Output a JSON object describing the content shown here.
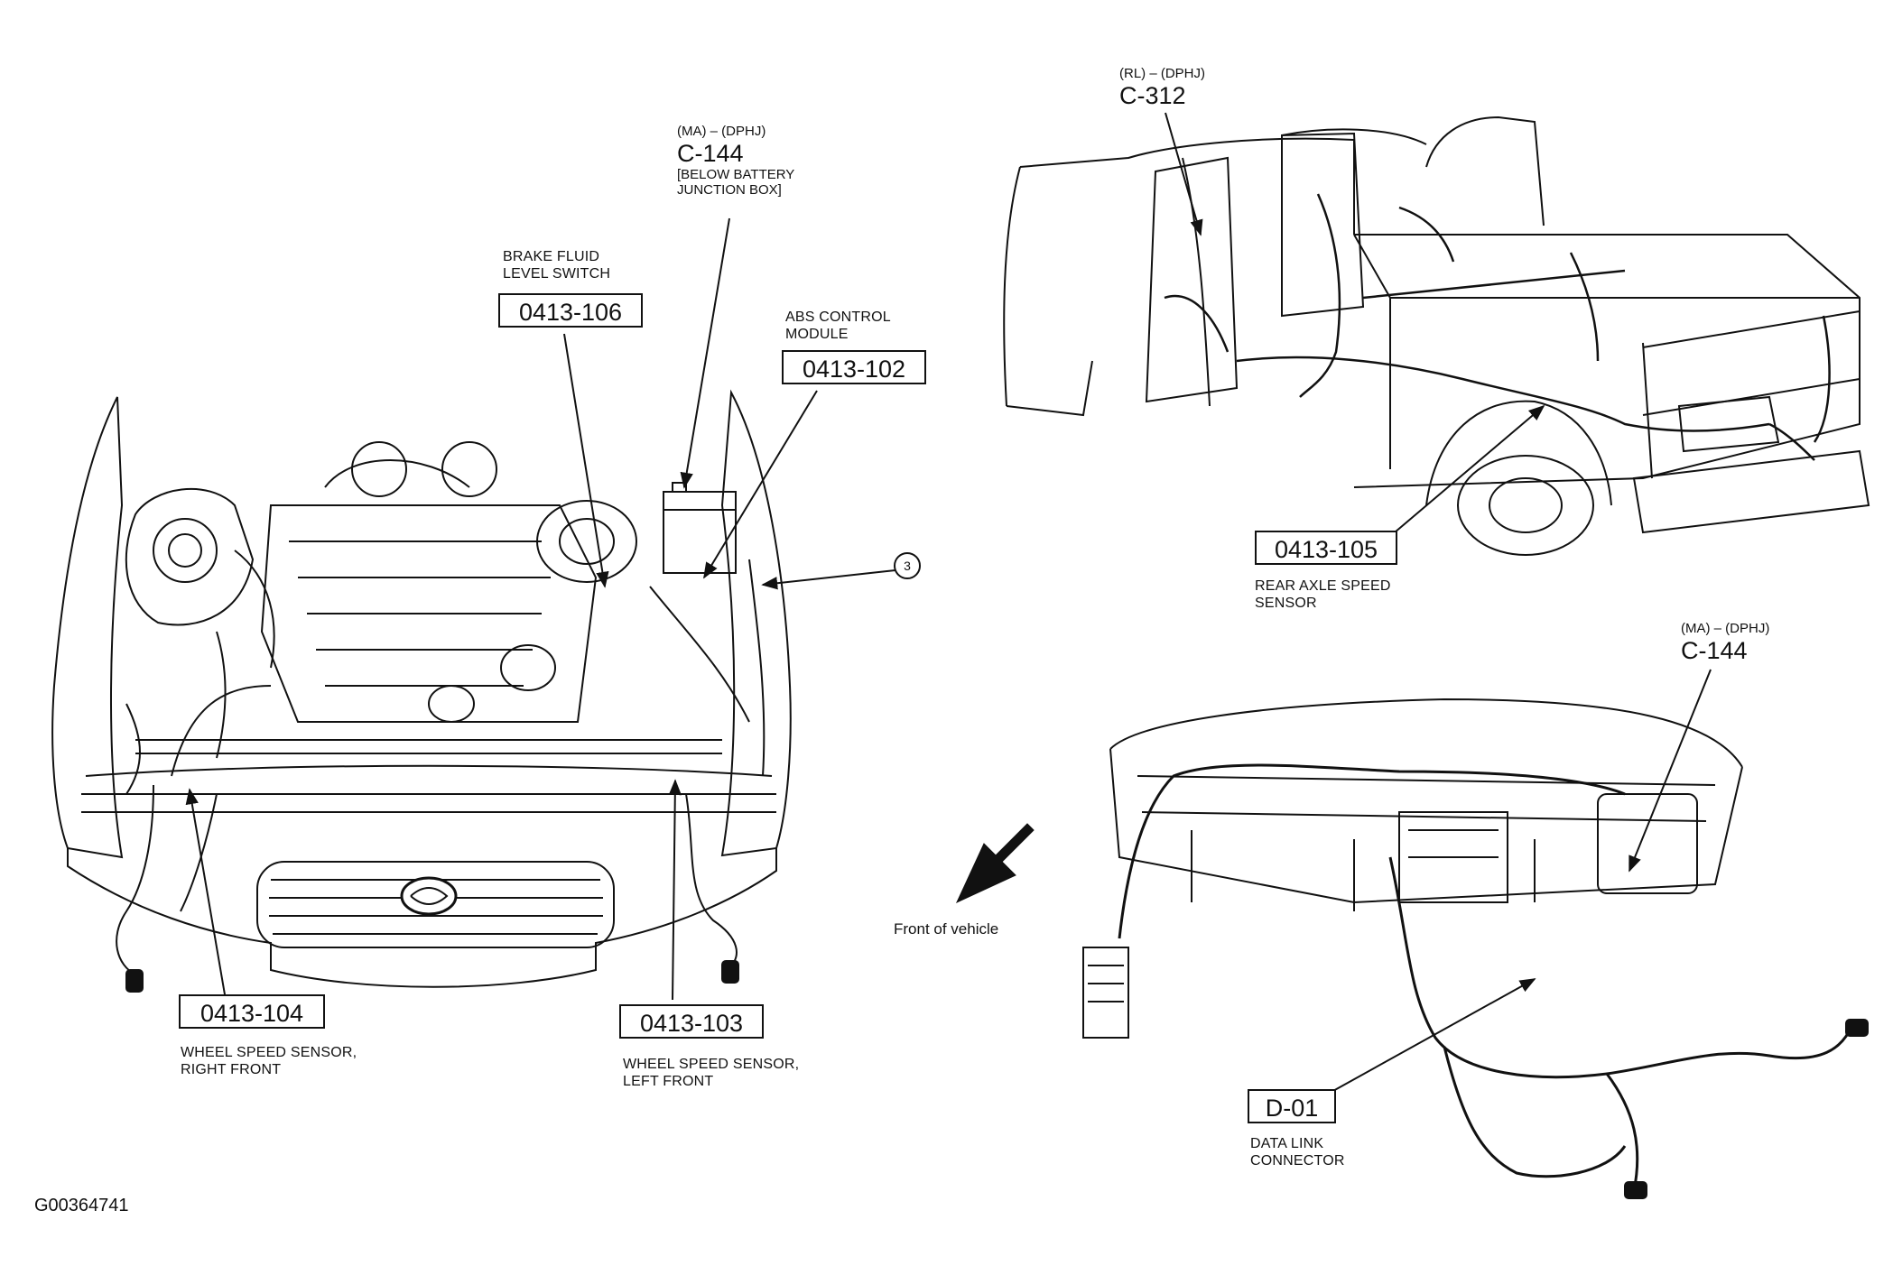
{
  "figure_id": "G00364741",
  "direction_label": "Front of vehicle",
  "callout_number": "3",
  "components": {
    "brake_fluid": {
      "code": "0413-106",
      "lines": [
        "BRAKE FLUID",
        "LEVEL SWITCH"
      ]
    },
    "abs_module": {
      "code": "0413-102",
      "lines": [
        "ABS CONTROL",
        "MODULE"
      ]
    },
    "rear_axle": {
      "code": "0413-105",
      "lines": [
        "REAR AXLE SPEED",
        "SENSOR"
      ]
    },
    "wheel_rf": {
      "code": "0413-104",
      "lines": [
        "WHEEL SPEED SENSOR,",
        "RIGHT FRONT"
      ]
    },
    "wheel_lf": {
      "code": "0413-103",
      "lines": [
        "WHEEL SPEED SENSOR,",
        "LEFT FRONT"
      ]
    },
    "data_link": {
      "code": "D-01",
      "lines": [
        "DATA LINK",
        "CONNECTOR"
      ]
    }
  },
  "connectors": {
    "c144_engine": {
      "location": "(MA) – (DPHJ)",
      "id": "C-144",
      "note": [
        "[BELOW BATTERY",
        "JUNCTION BOX]"
      ]
    },
    "c312": {
      "location": "(RL) – (DPHJ)",
      "id": "C-312"
    },
    "c144_dash": {
      "location": "(MA) – (DPHJ)",
      "id": "C-144"
    }
  }
}
